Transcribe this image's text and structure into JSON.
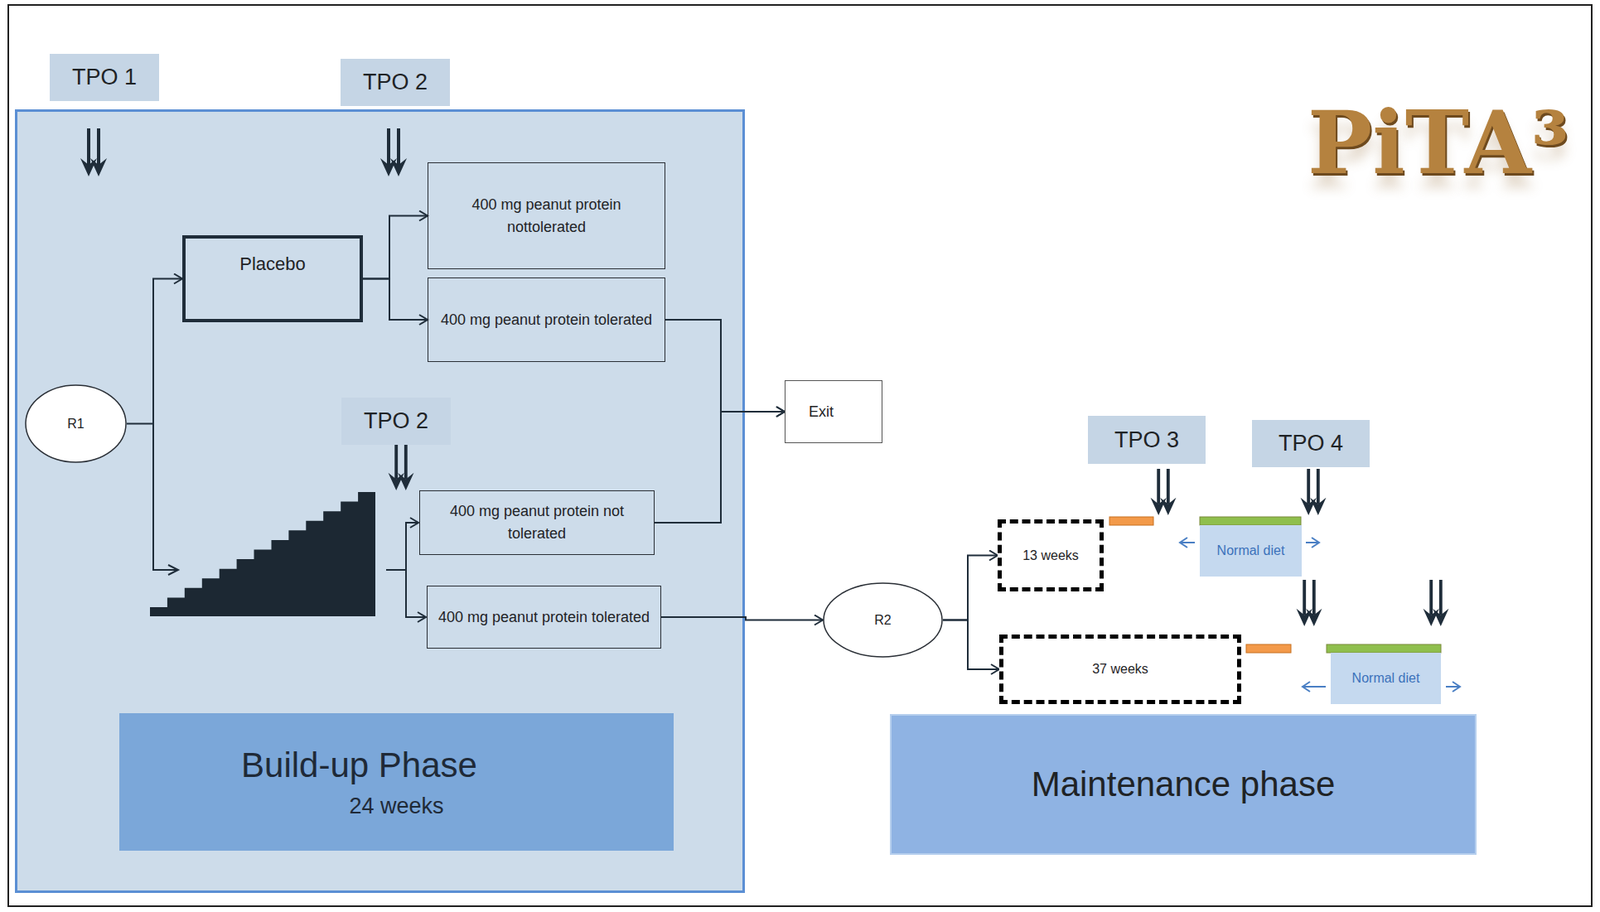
{
  "diagram": {
    "nodes": [
      {
        "text": [
          "TPO 1"
        ]
      },
      {
        "text": [
          "TPO 2"
        ]
      },
      {
        "text": [
          "Build-up Phase",
          "24 weeks"
        ]
      },
      {
        "text": [
          "R1"
        ],
        "in": 2
      },
      {
        "text": [
          "Placebo"
        ],
        "in": 2
      },
      {
        "text": [
          "400 mg peanut protein nottolerated"
        ],
        "in": 2
      },
      {
        "text": [
          "400 mg peanut protein tolerated"
        ],
        "in": 2
      },
      {
        "text": [
          "TPO 2"
        ],
        "in": 2
      },
      {
        "text": [
          "400 mg peanut protein not tolerated"
        ],
        "in": 2
      },
      {
        "text": [
          "400 mg peanut protein tolerated"
        ],
        "in": 2
      },
      {
        "text": [
          "Exit"
        ]
      },
      {
        "text": [
          "R2"
        ]
      },
      {
        "text": [
          "TPO 3"
        ]
      },
      {
        "text": [
          "TPO 4"
        ]
      },
      {
        "text": [
          "13 weeks"
        ]
      },
      {
        "text": [
          "Normal diet"
        ]
      },
      {
        "text": [
          "37 weeks"
        ]
      },
      {
        "text": [
          "Normal diet"
        ]
      },
      {
        "text": [
          "Maintenance phase"
        ]
      }
    ],
    "edges": [
      {
        "from": 3,
        "to": 4,
        "arrow": "to"
      },
      {
        "from": 4,
        "to": 5,
        "arrow": "to"
      },
      {
        "from": 4,
        "to": 6,
        "arrow": "to"
      },
      {
        "from": 6,
        "to": 10,
        "arrow": "to"
      },
      {
        "from": 8,
        "to": 10,
        "arrow": "to"
      },
      {
        "from": 9,
        "to": 11,
        "arrow": "to"
      },
      {
        "from": 11,
        "to": 14,
        "arrow": "to"
      },
      {
        "from": 11,
        "to": 16,
        "arrow": "to"
      }
    ],
    "labels": [
      "PiTA³"
    ]
  }
}
